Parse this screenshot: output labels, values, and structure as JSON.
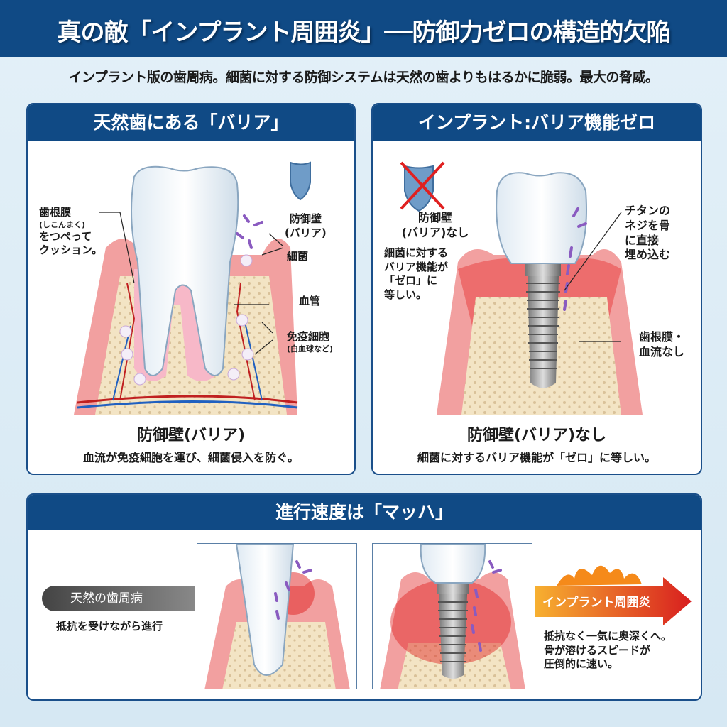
{
  "header": {
    "title": "真の敵「インプラント周囲炎」──防御力ゼロの構造的欠陥",
    "subtitle": "インプラント版の歯周病。細菌に対する防御システムは天然の歯よりもはるかに脆弱。最大の脅威。"
  },
  "left_panel": {
    "title": "天然歯にある「バリア」",
    "labels": {
      "pdl": "歯根膜",
      "pdl_reading": "(しこんまく)",
      "pdl_desc1": "をつぺって",
      "pdl_desc2": "クッション。",
      "barrier1": "防御壁",
      "barrier2": "(バリア)",
      "bacteria": "細菌",
      "vessel": "血管",
      "immune": "免疫細胞",
      "immune_sub": "(白血球など)"
    },
    "caption": "防御壁(バリア)",
    "description": "血流が免疫細胞を運び、細菌侵入を防ぐ。"
  },
  "right_panel": {
    "title": "インプラント:バリア機能ゼロ",
    "labels": {
      "no_barrier1": "防御壁",
      "no_barrier2": "(バリア)なし",
      "desc": [
        "細菌に対する",
        "バリア機能が",
        "「ゼロ」に",
        "等しい。"
      ],
      "screw": [
        "チタンの",
        "ネジを骨",
        "に直接",
        "埋め込む"
      ],
      "no_pdl": [
        "歯根膜・",
        "血流なし"
      ]
    },
    "caption": "防御壁(バリア)なし",
    "description": "細菌に対するバリア機能が「ゼロ」に等しい。"
  },
  "bottom_panel": {
    "title": "進行速度は「マッハ」",
    "natural_label": "天然の歯周病",
    "natural_desc": "抵抗を受けながら進行",
    "implant_label": "インプラント周囲炎",
    "implant_desc": [
      "抵抗なく一気に奥深くへ。",
      "骨が溶けるスピードが",
      "圧倒的に速い。"
    ]
  },
  "colors": {
    "navy": "#104a85",
    "gum": "#f08a8a",
    "bone": "#f3e4c4",
    "bacteria": "#8a5bc0",
    "red": "#e02020"
  }
}
